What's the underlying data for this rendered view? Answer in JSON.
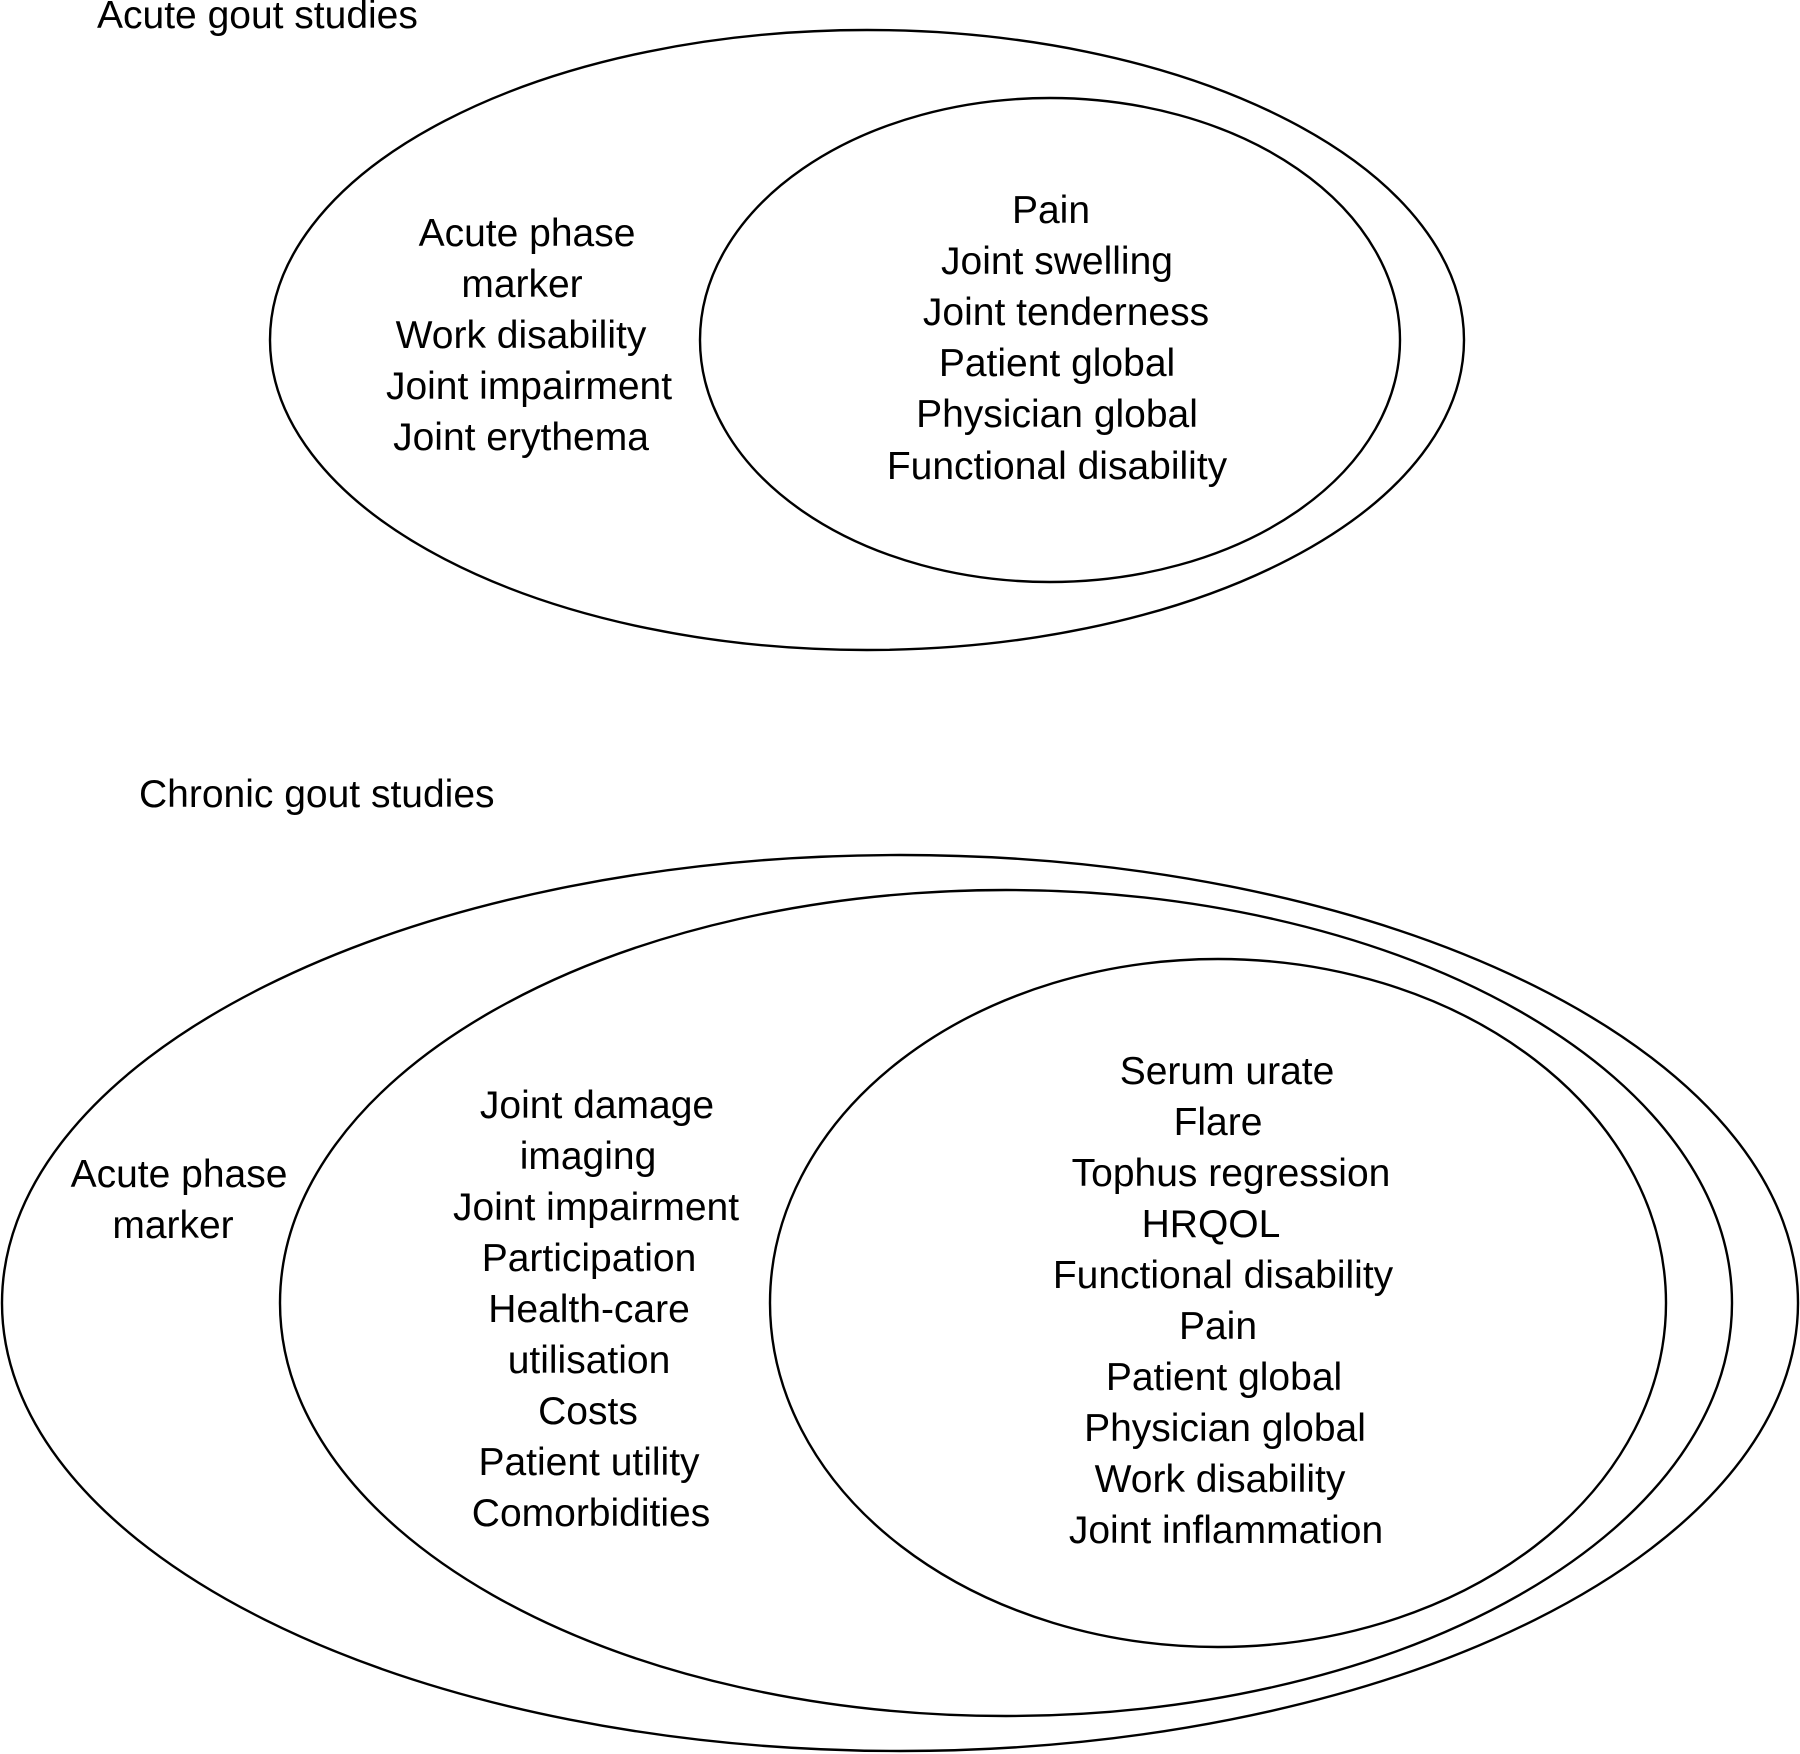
{
  "acute": {
    "title": "Acute gout studies",
    "outer_items": [
      "Acute phase",
      "marker",
      "Work disability",
      "Joint impairment",
      "Joint erythema"
    ],
    "inner_items": [
      "Pain",
      "Joint swelling",
      "Joint tenderness",
      "Patient global",
      "Physician global",
      "Functional disability"
    ]
  },
  "chronic": {
    "title": "Chronic gout studies",
    "outer_items": [
      "Acute phase",
      "marker"
    ],
    "middle_items": [
      "Joint damage",
      "imaging",
      "Joint impairment",
      "Participation",
      "Health-care",
      "utilisation",
      "Costs",
      "Patient utility",
      "Comorbidities"
    ],
    "inner_items": [
      "Serum urate",
      "Flare",
      "Tophus regression",
      "HRQOL",
      "Functional disability",
      "Pain",
      "Patient global",
      "Physician global",
      "Work disability",
      "Joint inflammation"
    ]
  }
}
